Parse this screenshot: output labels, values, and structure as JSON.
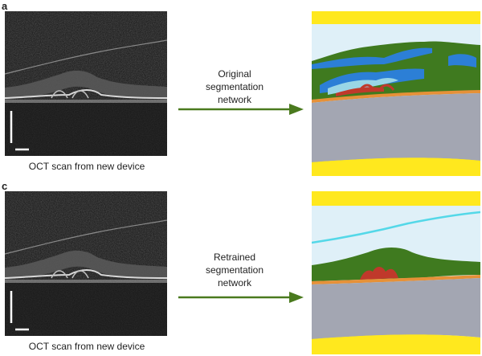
{
  "panels": [
    {
      "letter": "a",
      "caption": "OCT scan from new device",
      "arrow_label_lines": [
        "Original",
        "segmentation",
        "network"
      ]
    },
    {
      "letter": "c",
      "caption": "OCT scan from new device",
      "arrow_label_lines": [
        "Retrained",
        "segmentation",
        "network"
      ]
    }
  ],
  "colors": {
    "arrow": "#4a7a1e",
    "yellow": "#ffe81e",
    "sky": "#dff0f8",
    "green": "#3f7a1f",
    "blue": "#2c7fd6",
    "gray": "#a3a6b2",
    "orange": "#e69138",
    "red": "#c0392b",
    "cyan": "#54d8e8"
  }
}
